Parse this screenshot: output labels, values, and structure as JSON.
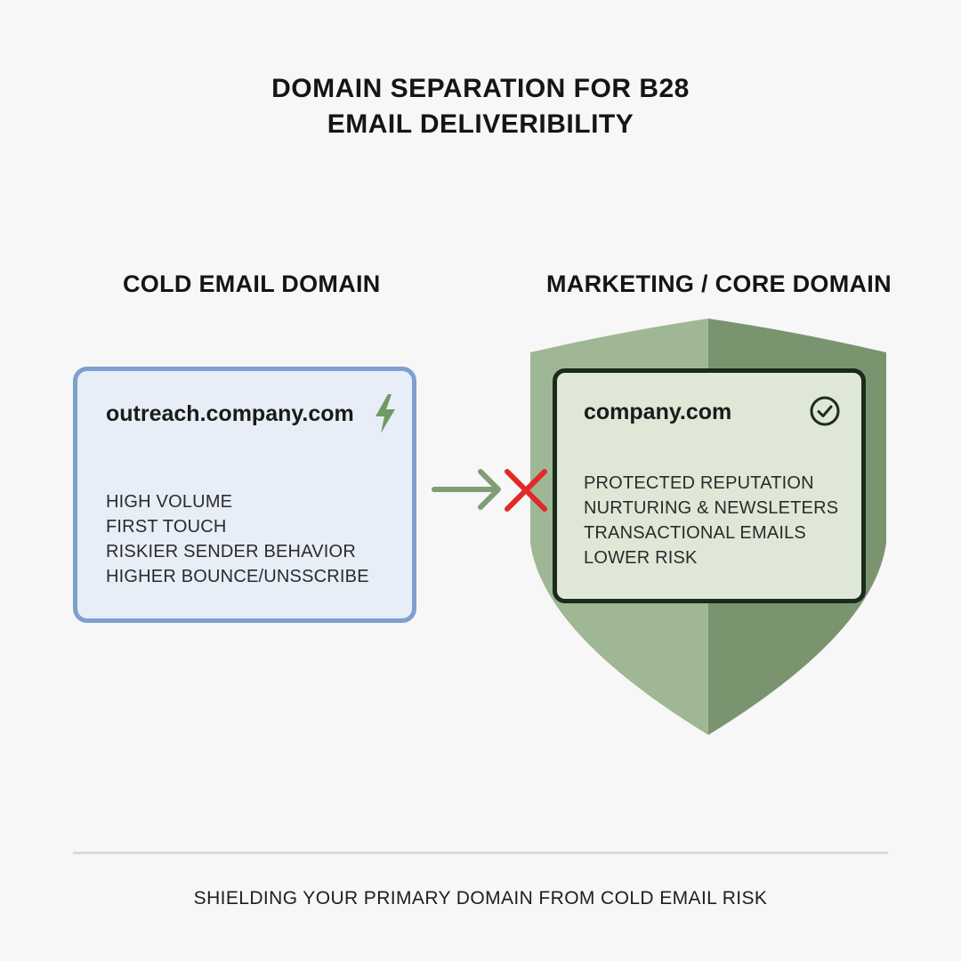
{
  "title": {
    "line1": "DOMAIN SEPARATION FOR B28",
    "line2": "EMAIL DELIVERIBILITY"
  },
  "cold": {
    "heading": "COLD EMAIL DOMAIN",
    "domain": "outreach.company.com",
    "icon": "lightning-bolt-icon",
    "items": [
      "HIGH VOLUME",
      "FIRST TOUCH",
      "RISKIER SENDER BEHAVIOR",
      "HIGHER BOUNCE/UNSSCRIBE"
    ]
  },
  "core": {
    "heading": "MARKETING / CORE DOMAIN",
    "domain": "company.com",
    "icon": "check-circle-icon",
    "items": [
      "PROTECTED REPUTATION",
      "NURTURING & NEWSLETERS",
      "TRANSACTIONAL EMAILS",
      "LOWER RISK"
    ]
  },
  "connector": {
    "arrow_icon": "arrow-right-icon",
    "block_icon": "red-x-icon"
  },
  "colors": {
    "cold_card_bg": "#e7eef8",
    "cold_card_border": "#7ea0cf",
    "shield_light": "#9fb795",
    "shield_dark": "#7b9470",
    "core_card_bg": "#dfe7d7",
    "core_card_border": "#1a2a1c",
    "accent_green": "#6f9a62",
    "block_red": "#e02a2a"
  },
  "footer": "SHIELDING YOUR PRIMARY DOMAIN FROM COLD EMAIL RISK"
}
